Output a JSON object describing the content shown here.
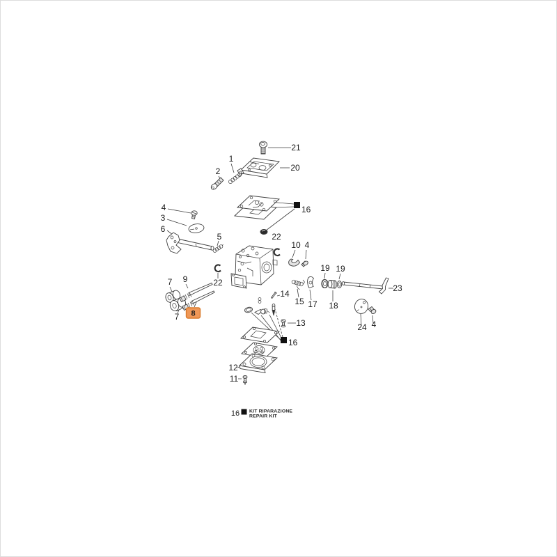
{
  "page": {
    "background": "#ffffff",
    "border_color": "#dcdcdc",
    "line_color": "#3f3f3f",
    "text_color": "#1c1c1c"
  },
  "callouts": {
    "c1": "1",
    "c2": "2",
    "c3": "3",
    "c4a": "4",
    "c4b": "4",
    "c4c": "4",
    "c5": "5",
    "c6": "6",
    "c7a": "7",
    "c7b": "7",
    "c8": "8",
    "c9": "9",
    "c10": "10",
    "c11": "11",
    "c12": "12",
    "c13": "13",
    "c14": "14",
    "c15": "15",
    "c16_top": "16",
    "c16_bottom": "16",
    "c17": "17",
    "c18": "18",
    "c19a": "19",
    "c19b": "19",
    "c20": "20",
    "c21": "21",
    "c22a": "22",
    "c22b": "22",
    "c23": "23",
    "c24": "24"
  },
  "highlight": {
    "label": "8",
    "fill": "#ef9757",
    "border": "#d97a2b",
    "text_color": "#a04a00"
  },
  "legend": {
    "number": "16",
    "swatch_color": "#111111",
    "line1": "KIT RIPARAZIONE",
    "line2": "REPAIR KIT"
  }
}
